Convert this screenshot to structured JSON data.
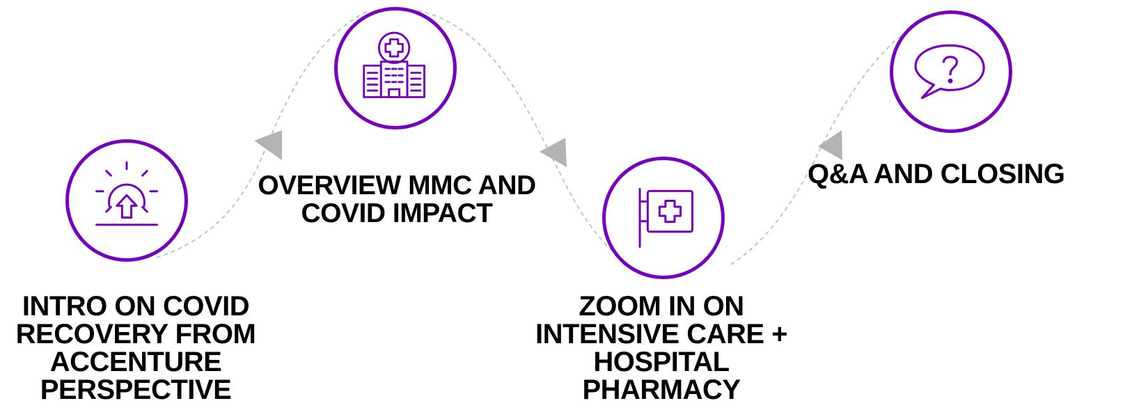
{
  "colors": {
    "accent": "#7500c0",
    "connector": "#b8b8b8",
    "arrow": "#b3b3b3",
    "text": "#000000"
  },
  "steps": [
    {
      "icon": "sunrise-arrow-icon",
      "label_lines": [
        "INTRO ON COVID",
        "RECOVERY FROM",
        "ACCENTURE",
        "PERSPECTIVE"
      ]
    },
    {
      "icon": "hospital-building-icon",
      "label_lines": [
        "OVERVIEW MMC AND",
        "COVID IMPACT"
      ]
    },
    {
      "icon": "hospital-sign-icon",
      "label_lines": [
        "ZOOM IN ON",
        "INTENSIVE CARE +",
        "HOSPITAL",
        "PHARMACY"
      ]
    },
    {
      "icon": "question-speech-bubble-icon",
      "label_lines": [
        "Q&A AND CLOSING"
      ]
    }
  ]
}
